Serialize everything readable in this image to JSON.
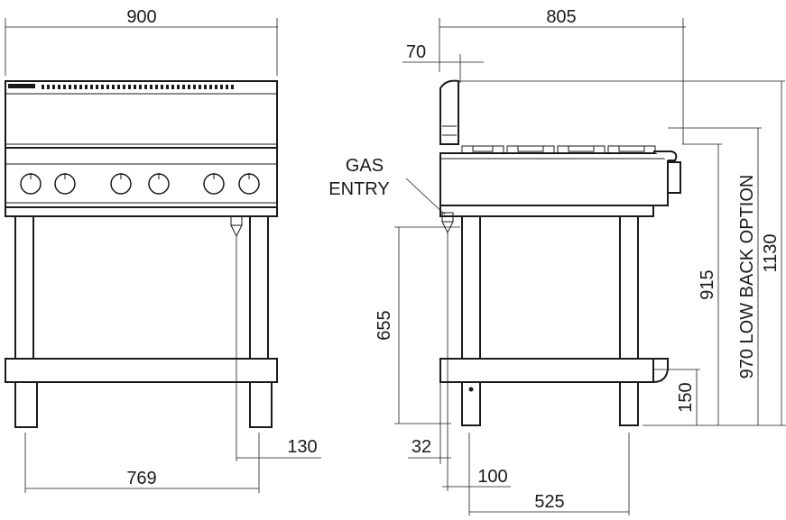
{
  "front_view": {
    "width_overall": "900",
    "leg_span": "769",
    "rear_offset": "130"
  },
  "side_view": {
    "depth_overall": "805",
    "splashback_offset": "70",
    "gas_entry_label_line1": "GAS",
    "gas_entry_label_line2": "ENTRY",
    "gas_entry_height": "655",
    "gas_entry_setback": "32",
    "gas_entry_offset": "100",
    "leg_depth": "525",
    "undershelf_height": "150",
    "working_height": "915",
    "low_back_height": "970 LOW BACK OPTION",
    "overall_height": "1130"
  }
}
